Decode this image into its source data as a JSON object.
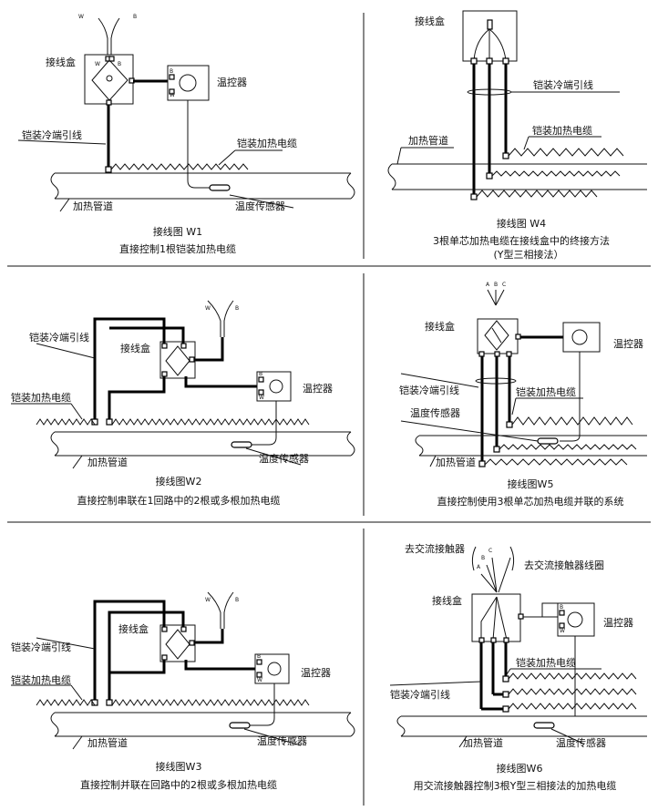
{
  "w1": {
    "junction_box": "接线盒",
    "thermostat": "温控器",
    "cold_lead": "铠装冷端引线",
    "heating_cable": "铠装加热电缆",
    "pipe": "加热管道",
    "sensor": "温度传感器",
    "caption1": "接线图 W1",
    "caption2": "直接控制1根铠装加热电缆",
    "w": "W",
    "b": "B",
    "box_b": "B",
    "box_w": "W",
    "t_b": "B",
    "t_w": "W"
  },
  "w4": {
    "junction_box": "接线盒",
    "cold_lead": "铠装冷端引线",
    "heating_cable": "铠装加热电缆",
    "pipe": "加热管道",
    "caption1": "接线图 W4",
    "caption2": "3根单芯加热电缆在接线盒中的终接方法",
    "caption3": "(Y型三相接法）"
  },
  "w2": {
    "junction_box": "接线盒",
    "thermostat": "温控器",
    "cold_lead": "铠装冷端引线",
    "heating_cable": "铠装加热电缆",
    "pipe": "加热管道",
    "sensor": "温度传感器",
    "caption1": "接线图W2",
    "caption2": "直接控制串联在1回路中的2根或多根加热电缆",
    "w": "W",
    "b": "B",
    "t_b": "B",
    "t_w": "W"
  },
  "w5": {
    "junction_box": "接线盒",
    "thermostat": "温控器",
    "cold_lead": "铠装冷端引线",
    "heating_cable": "铠装加热电缆",
    "sensor": "温度传感器",
    "pipe": "加热管道",
    "caption1": "接线图W5",
    "caption2": "直接控制使用3根单芯加热电缆并联的系统",
    "a": "A",
    "b": "B",
    "c": "C"
  },
  "w3": {
    "junction_box": "接线盒",
    "thermostat": "温控器",
    "cold_lead": "铠装冷端引线",
    "heating_cable": "铠装加热电缆",
    "pipe": "加热管道",
    "sensor": "温度传感器",
    "caption1": "接线图W3",
    "caption2": "直接控制并联在回路中的2根或多根加热电缆",
    "w": "W",
    "b": "B",
    "t_b": "B",
    "t_w": "W"
  },
  "w6": {
    "contactor": "去交流接触器",
    "contactor_coil": "去交流接触器线圈",
    "junction_box": "接线盒",
    "thermostat": "温控器",
    "heating_cable": "铠装加热电缆",
    "cold_lead": "铠装冷端引线",
    "pipe": "加热管道",
    "sensor": "温度传感器",
    "caption1": "接线图W6",
    "caption2": "用交流接触器控制3根Y型三相接法的加热电缆",
    "a": "A",
    "b": "B",
    "c": "C",
    "t_b": "B",
    "t_w": "W"
  }
}
